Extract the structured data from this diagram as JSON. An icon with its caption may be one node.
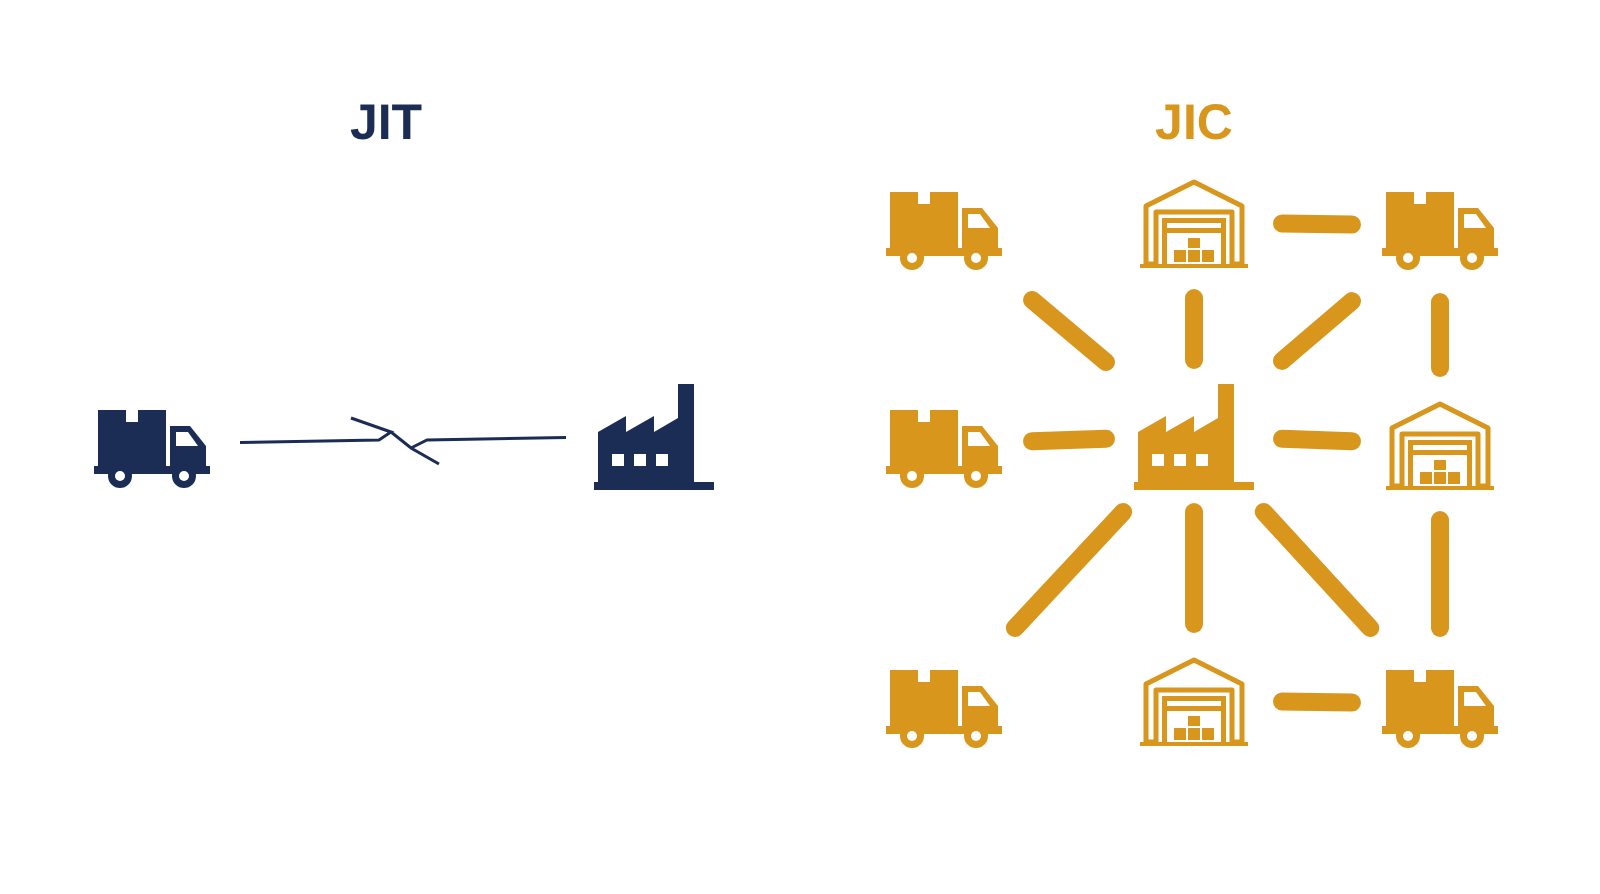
{
  "diagram": {
    "nodes": [
      {
        "text": [],
        "shape": "truck"
      },
      {
        "text": [],
        "shape": "factory"
      },
      {
        "text": [],
        "shape": "truck"
      },
      {
        "text": [],
        "shape": "warehouse"
      },
      {
        "text": [],
        "shape": "truck"
      },
      {
        "text": [],
        "shape": "truck"
      },
      {
        "text": [],
        "shape": "factory"
      },
      {
        "text": [],
        "shape": "warehouse"
      },
      {
        "text": [],
        "shape": "truck"
      },
      {
        "text": [],
        "shape": "warehouse"
      },
      {
        "text": [],
        "shape": "truck"
      }
    ],
    "edges": [
      {
        "from": 0,
        "to": 1,
        "arrow": "none",
        "color": "#1b2d55"
      },
      {
        "from": 3,
        "to": 4,
        "arrow": "none"
      },
      {
        "from": 2,
        "to": 6,
        "arrow": "none"
      },
      {
        "from": 3,
        "to": 6,
        "arrow": "none"
      },
      {
        "from": 4,
        "to": 6,
        "arrow": "none"
      },
      {
        "from": 4,
        "to": 7,
        "arrow": "none"
      },
      {
        "from": 5,
        "to": 6,
        "arrow": "none"
      },
      {
        "from": 6,
        "to": 7,
        "arrow": "none"
      },
      {
        "from": 6,
        "to": 8,
        "arrow": "none"
      },
      {
        "from": 6,
        "to": 9,
        "arrow": "none"
      },
      {
        "from": 6,
        "to": 10,
        "arrow": "none"
      },
      {
        "from": 7,
        "to": 10,
        "arrow": "none"
      },
      {
        "from": 9,
        "to": 10,
        "arrow": "none"
      }
    ],
    "labels": [
      "JIT",
      "JIC"
    ]
  }
}
